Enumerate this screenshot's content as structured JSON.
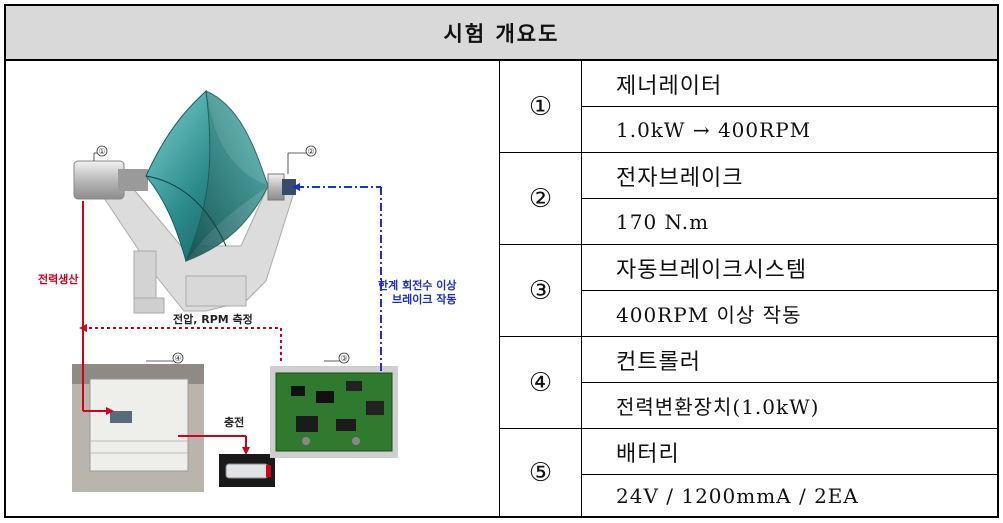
{
  "title": "시험 개요도",
  "diagram": {
    "labels": {
      "power_generation": "전력생산",
      "voltage_rpm": "전압, RPM 측정",
      "brake_line1": "한계 회전수 이상",
      "brake_line2": "브레이크 작동",
      "charging": "충전"
    },
    "callouts": [
      "①",
      "②",
      "③",
      "④"
    ],
    "colors": {
      "power_line": "#d0021b",
      "brake_line": "#1a2fcc",
      "blade": "#2a8a8a"
    }
  },
  "items": [
    {
      "num": "①",
      "name": "제너레이터",
      "spec": "1.0kW → 400RPM"
    },
    {
      "num": "②",
      "name": "전자브레이크",
      "spec": "170 N.m"
    },
    {
      "num": "③",
      "name": "자동브레이크시스템",
      "spec": "400RPM 이상 작동"
    },
    {
      "num": "④",
      "name": "컨트롤러",
      "spec": "전력변환장치(1.0kW)"
    },
    {
      "num": "⑤",
      "name": "배터리",
      "spec": "24V / 1200mmA / 2EA"
    }
  ]
}
